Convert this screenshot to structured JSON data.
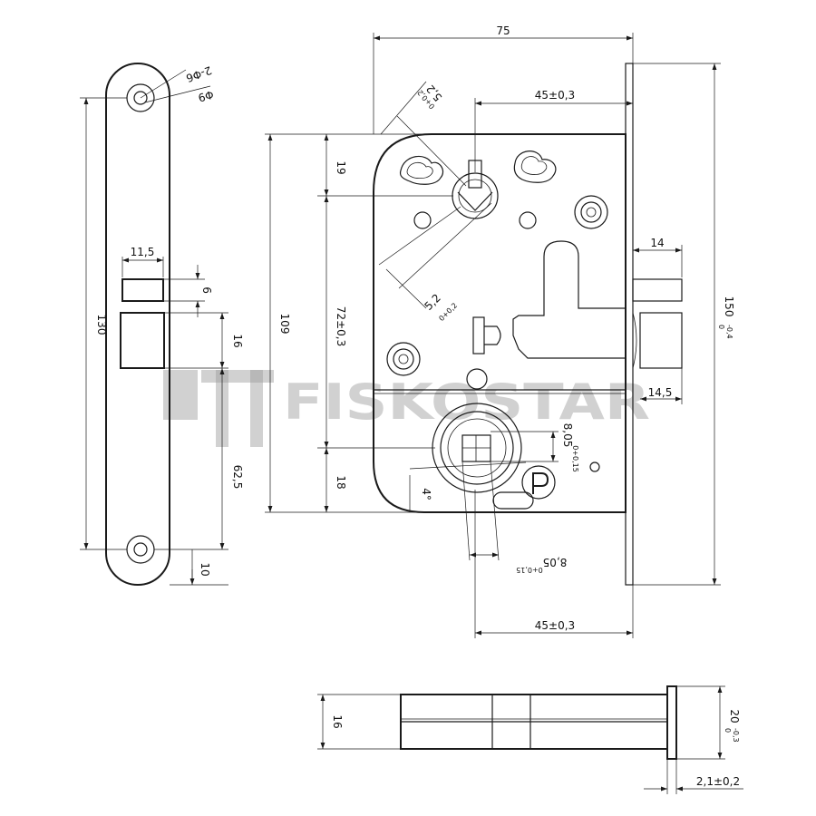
{
  "watermark": {
    "brand": "FISKOSTAR",
    "logo_icon": "fiskostar-logo-icon"
  },
  "colors": {
    "line": "#1a1a1a",
    "watermark": "#9a9a9a",
    "background": "#ffffff"
  },
  "dims": {
    "width": "75",
    "backset_top": "45±0,3",
    "backset_bottom": "45±0,3",
    "height_top": "19",
    "distance_72": "72±0,3",
    "height_109": "109",
    "bottom_18": "18",
    "latch_width": "14",
    "bolt_width": "14,5",
    "faceplate_150": "150",
    "faceplate_150_tol_top": "0",
    "faceplate_150_tol_bot": "-0,4",
    "hole_2_6": "2-Φ6",
    "hole_9": "Φ9",
    "square_upper": "5,2",
    "square_upper_tol": "0+0,2",
    "square_lower": "5,2",
    "square_lower_tol": "0+0,2",
    "square_8_05_a": "8,05",
    "square_8_05_a_tol": "0+0,15",
    "square_8_05_b": "8,05",
    "square_8_05_b_tol": "0+0,15",
    "angle_4": "4°",
    "plate_130": "130",
    "plate_11_5": "11,5",
    "plate_6": "6",
    "plate_16": "16",
    "plate_62_5": "62,5",
    "plate_10": "10",
    "body_16": "16",
    "body_20": "20",
    "body_20_tol_top": "0",
    "body_20_tol_bot": "-0,3",
    "body_2_1": "2,1±0,2"
  }
}
